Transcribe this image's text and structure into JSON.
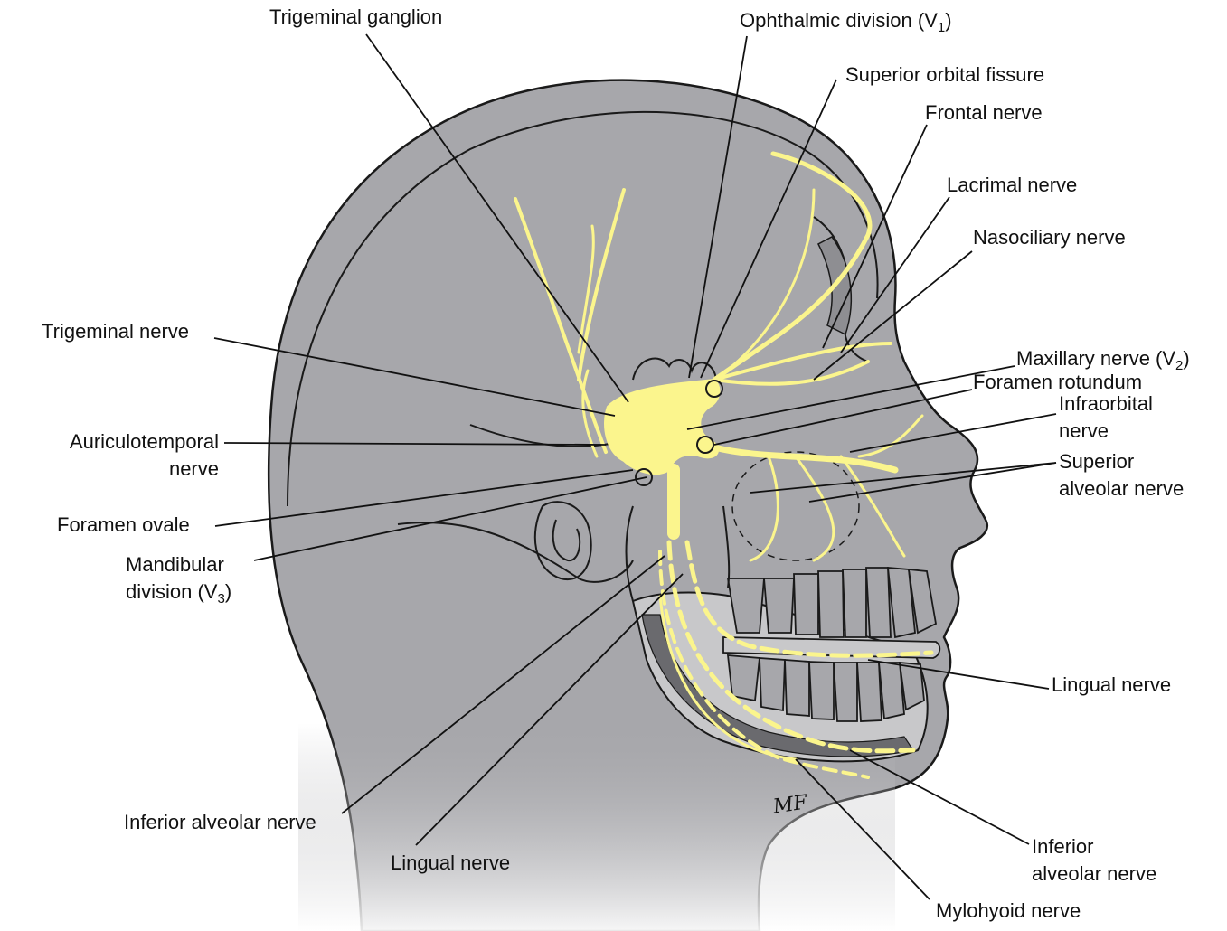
{
  "labels": {
    "trigeminal_ganglion": "Trigeminal ganglion",
    "ophthalmic_division": "Ophthalmic division (V",
    "ophthalmic_sub": "1",
    "ophthalmic_close": ")",
    "superior_orbital_fissure": "Superior orbital fissure",
    "frontal_nerve": "Frontal nerve",
    "lacrimal_nerve": "Lacrimal nerve",
    "nasociliary_nerve": "Nasociliary nerve",
    "trigeminal_nerve": "Trigeminal nerve",
    "maxillary_nerve": "Maxillary nerve (V",
    "maxillary_sub": "2",
    "maxillary_close": ")",
    "foramen_rotundum": "Foramen rotundum",
    "infraorbital_1": "Infraorbital",
    "infraorbital_2": "nerve",
    "auriculotemporal_1": "Auriculotemporal",
    "auriculotemporal_2": "nerve",
    "superior_alveolar_1": "Superior",
    "superior_alveolar_2": "alveolar nerve",
    "foramen_ovale": "Foramen ovale",
    "mandibular_1": "Mandibular",
    "mandibular_2": "division (V",
    "mandibular_sub": "3",
    "mandibular_close": ")",
    "lingual_nerve_right": "Lingual nerve",
    "inferior_alveolar_left": "Inferior alveolar nerve",
    "lingual_nerve_bottom": "Lingual nerve",
    "inferior_alveolar_right_1": "Inferior",
    "inferior_alveolar_right_2": "alveolar nerve",
    "mylohyoid_nerve": "Mylohyoid nerve",
    "signature": "MF"
  },
  "colors": {
    "head_fill": "#a7a7ab",
    "outline": "#1a1a1a",
    "nerve": "#fbf58d",
    "teeth": "#a7a7ab",
    "bone_speckle": "#202020"
  }
}
